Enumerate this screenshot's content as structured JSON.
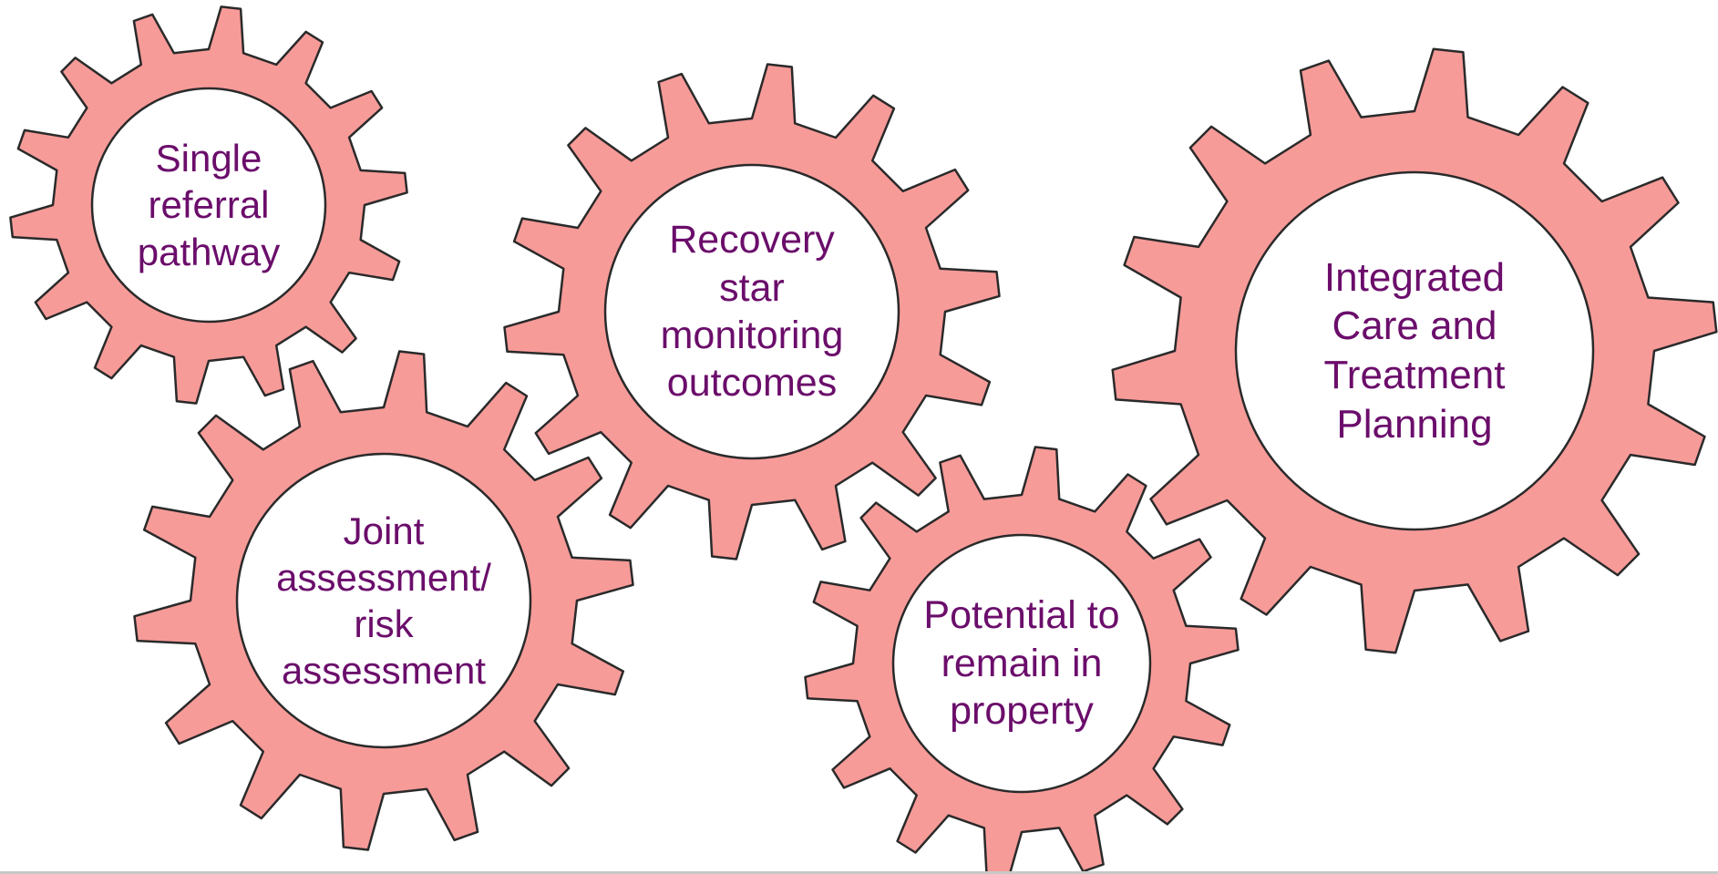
{
  "colors": {
    "gear_fill": "#f79b99",
    "gear_stroke": "#2a2a2a",
    "hub_fill": "#ffffff",
    "text": "#6b0d6b"
  },
  "gears": [
    {
      "id": "single-referral",
      "lines": [
        "Single",
        "referral",
        "pathway"
      ]
    },
    {
      "id": "joint-assessment",
      "lines": [
        "Joint",
        "assessment/",
        "risk",
        "assessment"
      ]
    },
    {
      "id": "recovery-star",
      "lines": [
        "Recovery",
        "star",
        "monitoring",
        "outcomes"
      ]
    },
    {
      "id": "potential-remain",
      "lines": [
        "Potential to",
        "remain in",
        "property"
      ]
    },
    {
      "id": "integrated-care",
      "lines": [
        "Integrated",
        "Care and",
        "Treatment",
        "Planning"
      ]
    }
  ]
}
